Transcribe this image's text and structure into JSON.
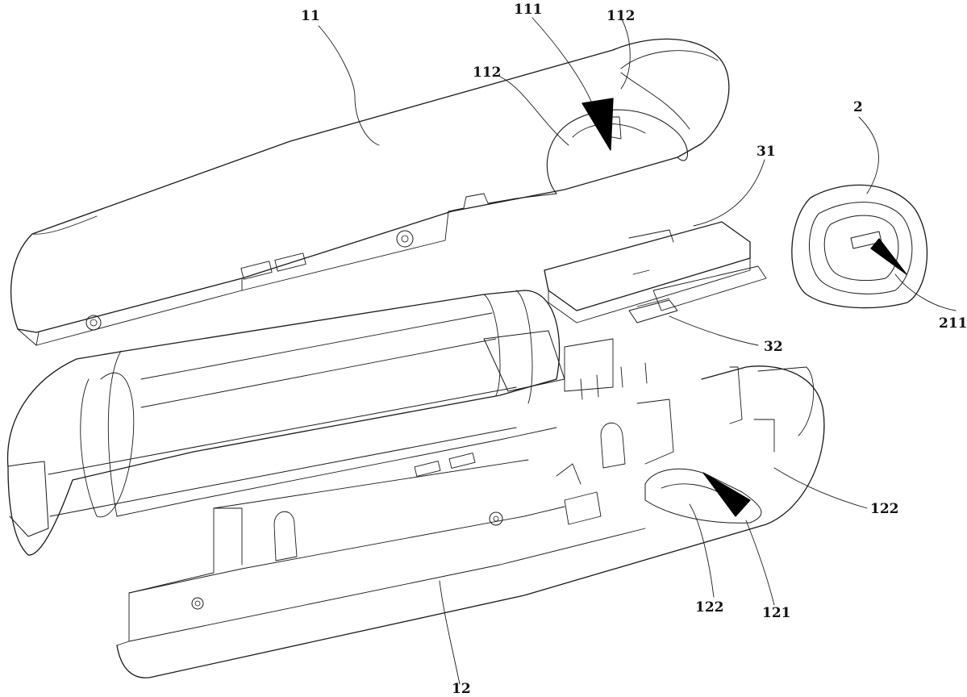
{
  "figure": {
    "labels": {
      "part_11": "11",
      "part_111": "111",
      "part_112_top": "112",
      "part_112_left": "112",
      "part_2": "2",
      "part_31": "31",
      "part_211": "211",
      "part_32": "32",
      "part_122_right": "122",
      "part_122_bottom": "122",
      "part_121": "121",
      "part_12": "12"
    },
    "colors": {
      "line": "#1a1a1a",
      "arrow": "#000000",
      "background": "#ffffff"
    }
  }
}
